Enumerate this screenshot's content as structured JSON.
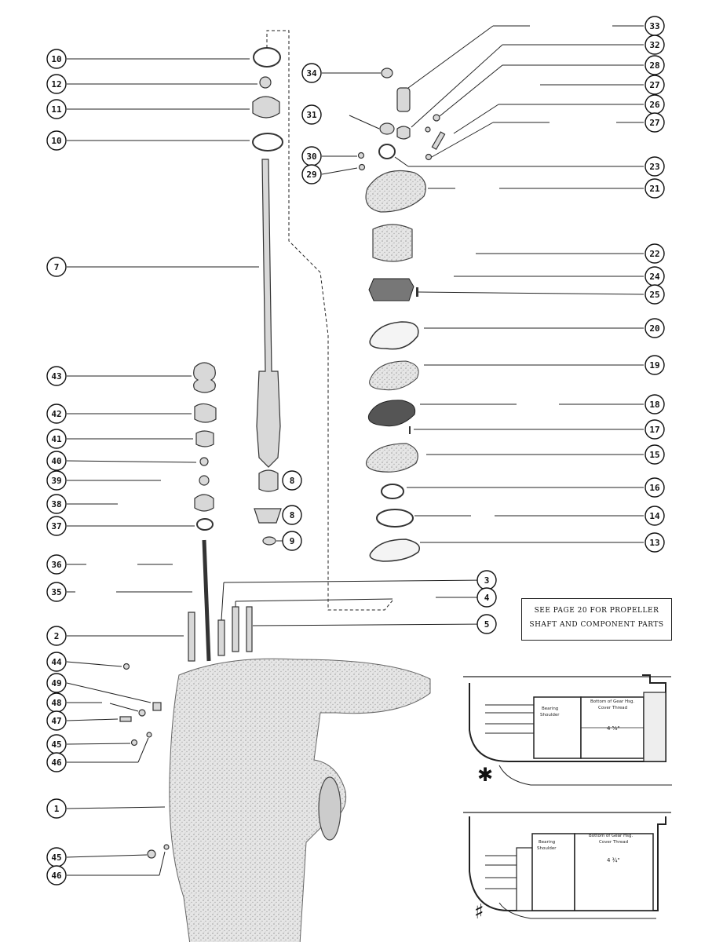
{
  "callouts": [
    {
      "label": "10"
    },
    {
      "label": "12"
    },
    {
      "label": "11"
    },
    {
      "label": "10"
    },
    {
      "label": "7"
    },
    {
      "label": "43"
    },
    {
      "label": "42"
    },
    {
      "label": "41"
    },
    {
      "label": "40"
    },
    {
      "label": "39"
    },
    {
      "label": "38"
    },
    {
      "label": "37"
    },
    {
      "label": "36"
    },
    {
      "label": "35"
    },
    {
      "label": "2"
    },
    {
      "label": "44"
    },
    {
      "label": "49"
    },
    {
      "label": "48"
    },
    {
      "label": "47"
    },
    {
      "label": "45"
    },
    {
      "label": "46"
    },
    {
      "label": "1"
    },
    {
      "label": "45"
    },
    {
      "label": "46"
    },
    {
      "label": "34"
    },
    {
      "label": "31"
    },
    {
      "label": "30"
    },
    {
      "label": "29"
    },
    {
      "label": "33"
    },
    {
      "label": "32"
    },
    {
      "label": "28"
    },
    {
      "label": "27"
    },
    {
      "label": "26"
    },
    {
      "label": "27"
    },
    {
      "label": "23"
    },
    {
      "label": "21"
    },
    {
      "label": "22"
    },
    {
      "label": "24"
    },
    {
      "label": "25"
    },
    {
      "label": "20"
    },
    {
      "label": "19"
    },
    {
      "label": "18"
    },
    {
      "label": "17"
    },
    {
      "label": "15"
    },
    {
      "label": "16"
    },
    {
      "label": "14"
    },
    {
      "label": "13"
    },
    {
      "label": "8"
    },
    {
      "label": "8"
    },
    {
      "label": "9"
    },
    {
      "label": "3"
    },
    {
      "label": "4"
    },
    {
      "label": "5"
    }
  ],
  "note": {
    "line1": "SEE PAGE 20 FOR PROPELLER",
    "line2": "SHAFT AND COMPONENT PARTS"
  },
  "detail_top": {
    "symbol": "✱",
    "shoulder": [
      "Bearing",
      "Shoulder"
    ],
    "thread": [
      "Bottom of Gear Hsg.",
      "Cover Thread"
    ],
    "dimension": "4 ⅝\""
  },
  "detail_bottom": {
    "symbol": "♯",
    "shoulder": [
      "Bearing",
      "Shoulder"
    ],
    "thread": [
      "Bottom of Gear Hsg.",
      "Cover Thread"
    ],
    "dimension": "4 ¾\""
  }
}
